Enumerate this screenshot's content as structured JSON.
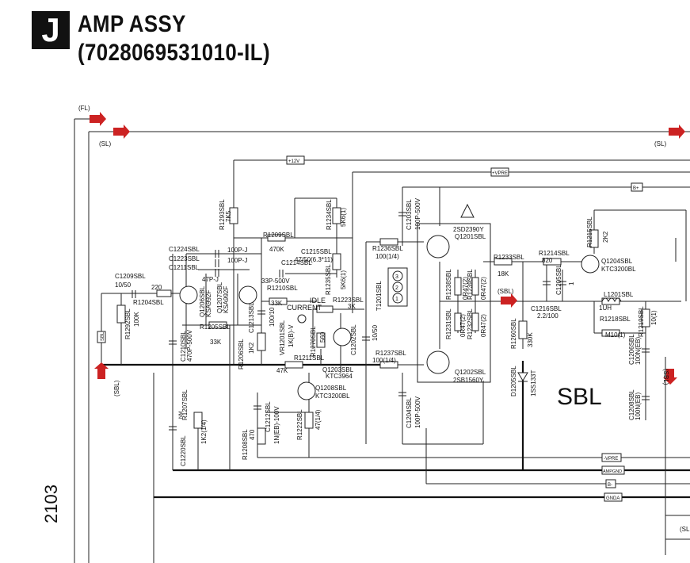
{
  "header": {
    "badge": "J",
    "title": "AMP ASSY",
    "subtitle": "(7028069531010-IL)"
  },
  "edge_number": "2103",
  "rails": {
    "fl": "(FL)",
    "sl": "(SL)",
    "sbl": "(SBL)",
    "p12v": "+12V",
    "vpre_top": "+VPRE",
    "bplus_top": "B+",
    "vpre_bottom": "-VPRE",
    "ampgnd": "AMPGND",
    "bminus": "B-",
    "gnda": "GNDA",
    "edge_sl": "(SL"
  },
  "section_label": "SBL",
  "connector": {
    "name": "T1201SBL",
    "pins": [
      "3",
      "2",
      "1"
    ]
  },
  "idle_current": {
    "line1": "IDLE",
    "line2": "CURRENT"
  },
  "components": [
    {
      "ref": "C1209SBL",
      "value": "10/50"
    },
    {
      "ref": "R1204SBL",
      "value": "220"
    },
    {
      "ref": "R1292SBL",
      "value": "100K"
    },
    {
      "ref": "C1224SBL",
      "value": "100P-J"
    },
    {
      "ref": "C1223SBL",
      "value": "100P-J"
    },
    {
      "ref": "C1211SBL",
      "value": "47P-J"
    },
    {
      "ref": "Q1206SBL",
      "value": "KSA992F"
    },
    {
      "ref": "Q1207SBL",
      "value": "KSA992F"
    },
    {
      "ref": "R1205SBL",
      "value": "33K"
    },
    {
      "ref": "C1210SBL",
      "value": "470P-500V"
    },
    {
      "ref": "R1206SBL",
      "value": "1K2"
    },
    {
      "ref": "R1293SBL",
      "value": "7K5"
    },
    {
      "ref": "R1209SBL",
      "value": "470K"
    },
    {
      "ref": "C1214SBL",
      "value": "33P-500V"
    },
    {
      "ref": "R1210SBL",
      "value": "33K"
    },
    {
      "ref": "C1213SBL",
      "value": "100/10"
    },
    {
      "ref": "C1215SBL",
      "value": "47/50(6.3*11)"
    },
    {
      "ref": "R1234SBL",
      "value": "5K6(1)"
    },
    {
      "ref": "R1235SBL",
      "value": "5K6(1)"
    },
    {
      "ref": "R1223SBL",
      "value": "3K"
    },
    {
      "ref": "VR1201SBL",
      "value": "1K(B)-V"
    },
    {
      "ref": "R1270SBL",
      "value": "560"
    },
    {
      "ref": "R1211SBL",
      "value": "47K"
    },
    {
      "ref": "Q1203SBL",
      "value": "KTC3964"
    },
    {
      "ref": "C1202SBL",
      "value": "10/50"
    },
    {
      "ref": "Q1208SBL",
      "value": "KTC3200BL"
    },
    {
      "ref": "R1222SBL",
      "value": "47(1/4)"
    },
    {
      "ref": "C1212SBL",
      "value": "1N(EB)-100V"
    },
    {
      "ref": "R1208SBL",
      "value": "470"
    },
    {
      "ref": "R1207SBL",
      "value": "1K2(1/4)"
    },
    {
      "ref": "C1220SBL",
      "value": "NM"
    },
    {
      "ref": "C1203SBL",
      "value": "100P-500V"
    },
    {
      "ref": "R1236SBL",
      "value": "100(1/4)"
    },
    {
      "ref": "Q1201SBL",
      "value": "2SD2390Y"
    },
    {
      "ref": "R1238SBL",
      "value": "0R47(2)"
    },
    {
      "ref": "R1239SBL",
      "value": "0R47(2)"
    },
    {
      "ref": "R1231SBL",
      "value": "0R47(2)"
    },
    {
      "ref": "R1232SBL",
      "value": "0R47(2)"
    },
    {
      "ref": "R1237SBL",
      "value": "100(1/4)"
    },
    {
      "ref": "Q1202SBL",
      "value": "2SB1560Y"
    },
    {
      "ref": "C1204SBL",
      "value": "100P-500V"
    },
    {
      "ref": "R1233SBL",
      "value": "18K"
    },
    {
      "ref": "R1260SBL",
      "value": "330K"
    },
    {
      "ref": "D1205SBL",
      "value": "1SS133T"
    },
    {
      "ref": "R1214SBL",
      "value": "820"
    },
    {
      "ref": "C1205SBL",
      "value": "1"
    },
    {
      "ref": "C1216SBL",
      "value": "2.2/100"
    },
    {
      "ref": "R1215SBL",
      "value": "2K2"
    },
    {
      "ref": "Q1204SBL",
      "value": "KTC3200BL"
    },
    {
      "ref": "L1201SBL",
      "value": "1UH"
    },
    {
      "ref": "R1218SBL",
      "value": "M10(1)"
    },
    {
      "ref": "R1219SBL",
      "value": "10(1)"
    },
    {
      "ref": "C1206SBL",
      "value": "100N(EB)"
    },
    {
      "ref": "C1208SBL",
      "value": "100N(EB)"
    }
  ]
}
